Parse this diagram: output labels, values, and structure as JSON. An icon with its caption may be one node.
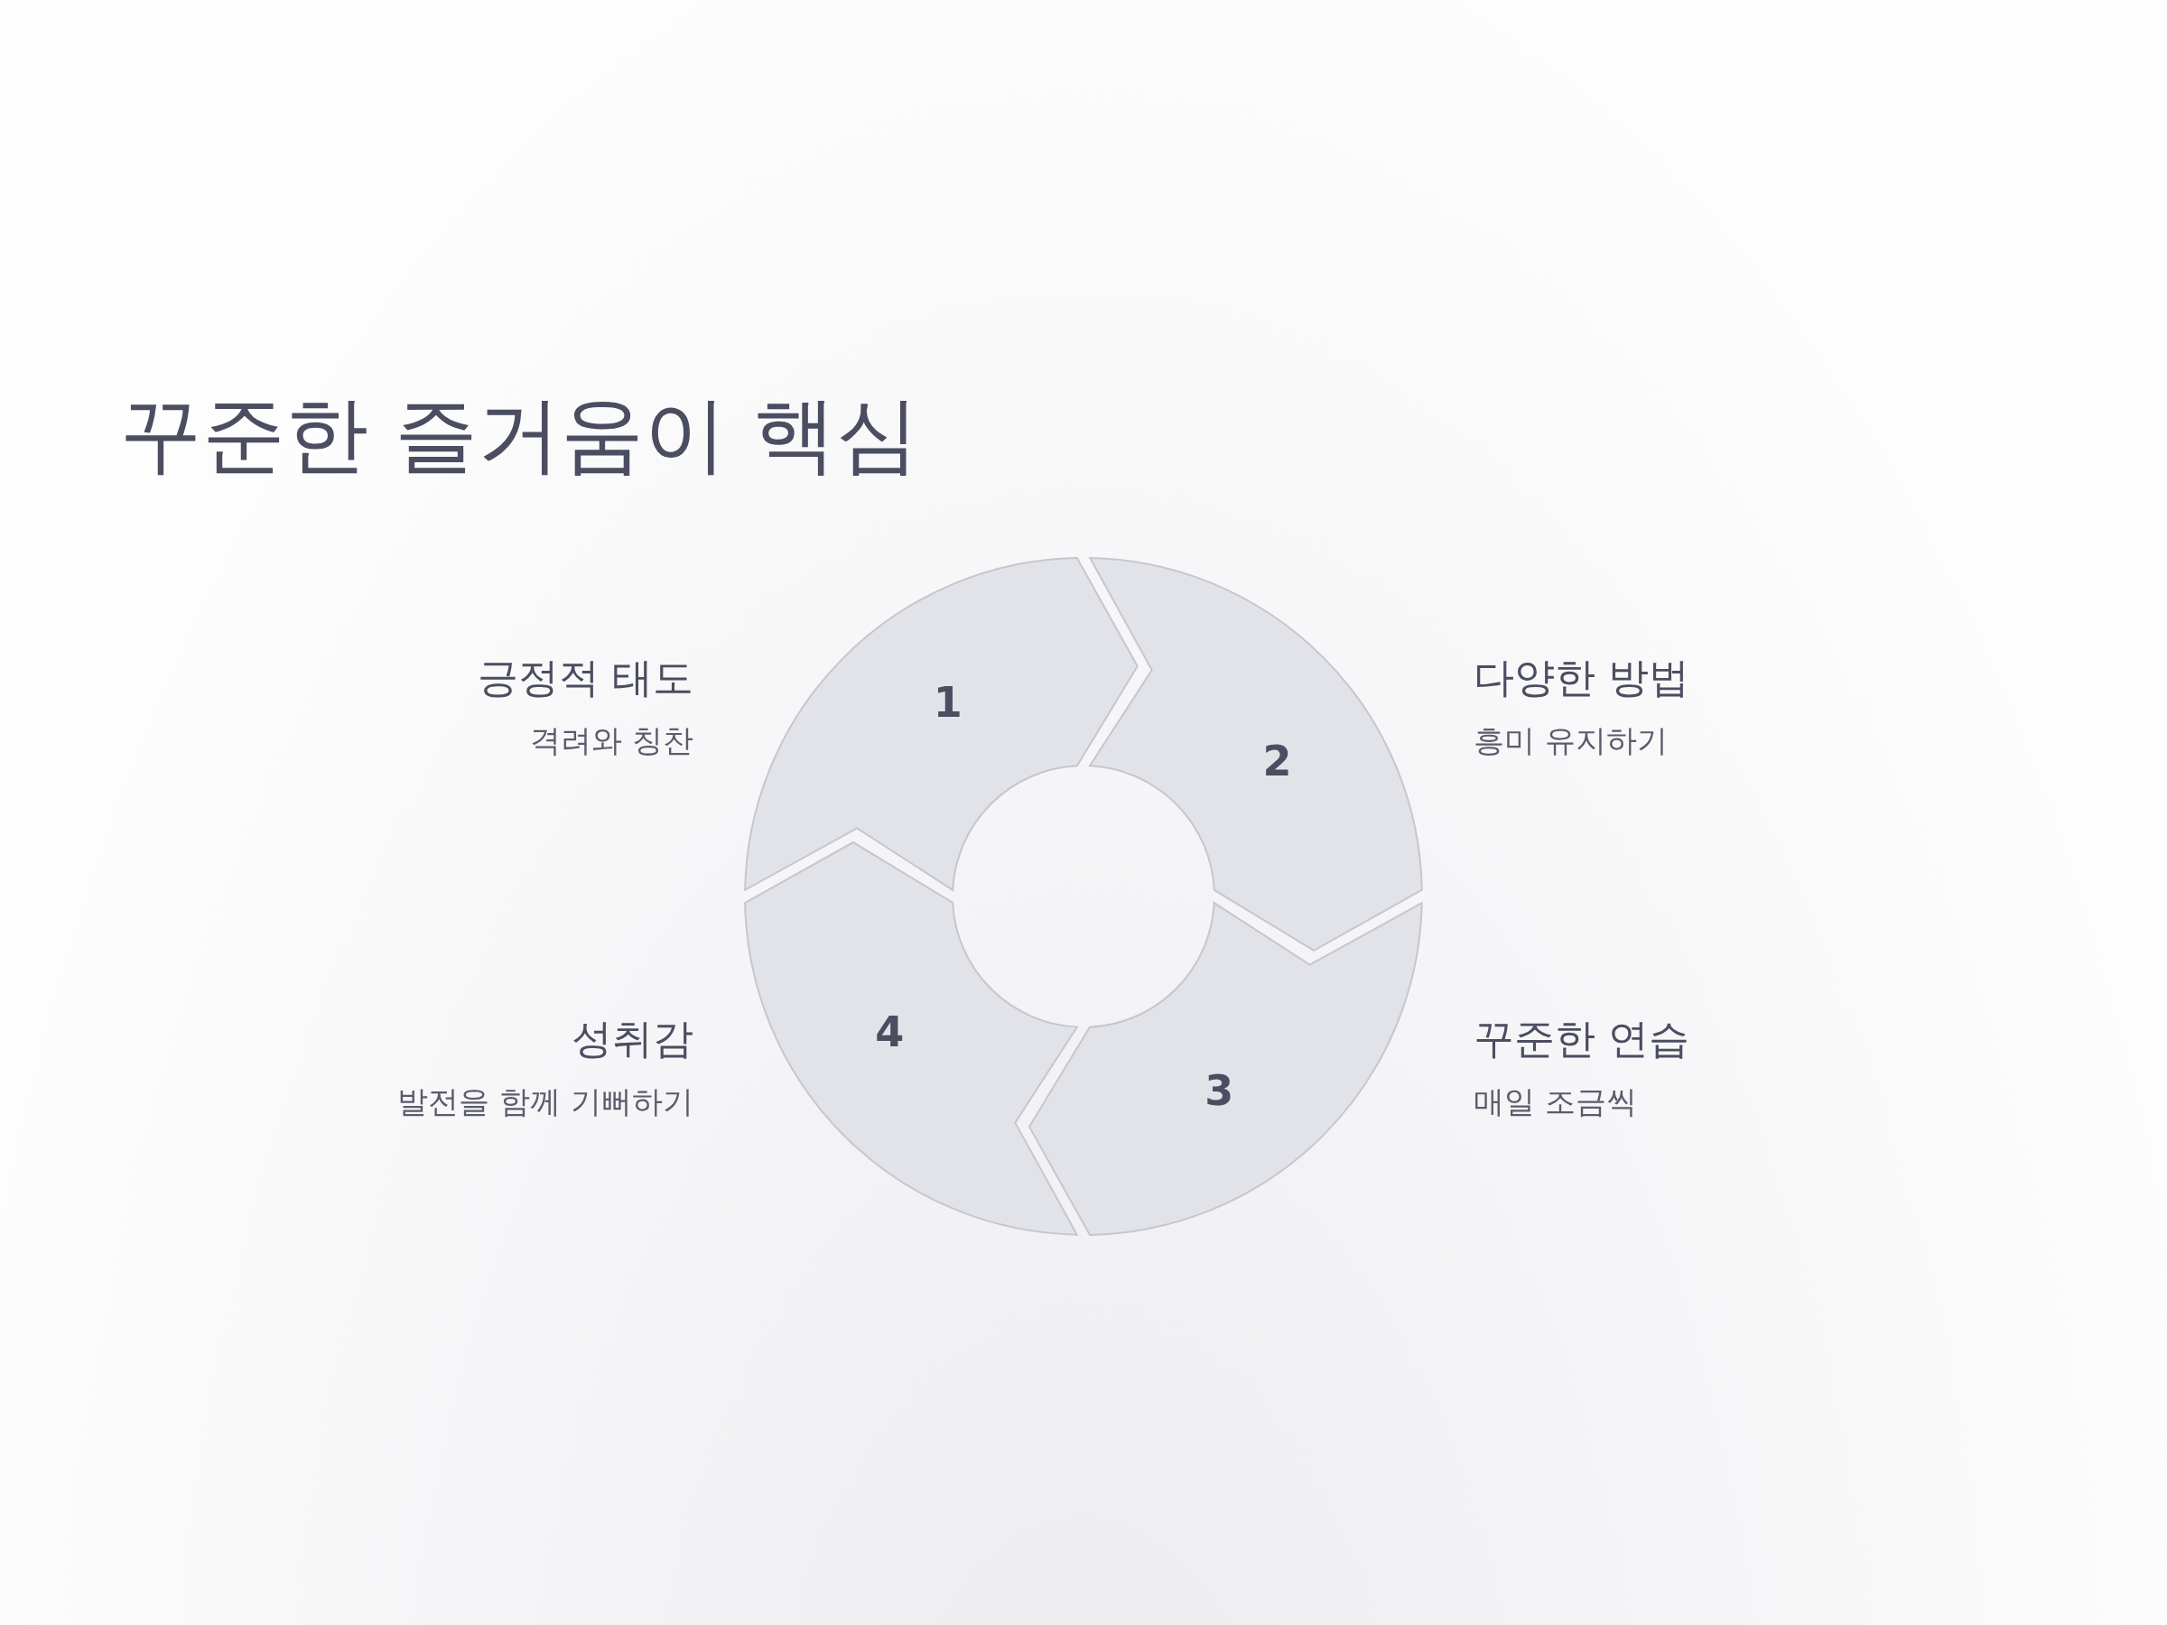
{
  "diagram": {
    "title": "꾸준한 즐거움이 핵심",
    "nodes": [
      {
        "text": [
          "1"
        ],
        "beside": [
          "긍정적 태도",
          "격려와 칭찬"
        ]
      },
      {
        "text": [
          "2"
        ],
        "beside": [
          "다양한 방법",
          "흥미 유지하기"
        ]
      },
      {
        "text": [
          "3"
        ],
        "beside": [
          "꾸준한 연습",
          "매일 조금씩"
        ]
      },
      {
        "text": [
          "4"
        ],
        "beside": [
          "성취감",
          "발전을 함께 기뻐하기"
        ]
      }
    ]
  }
}
